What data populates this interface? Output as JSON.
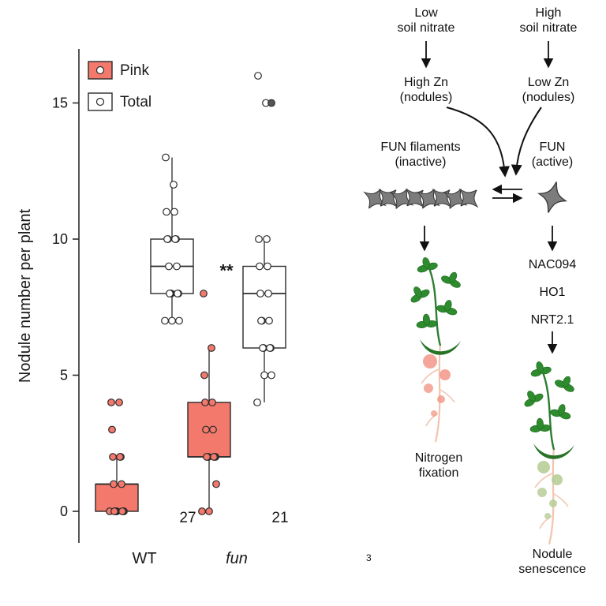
{
  "chart_data": {
    "type": "boxplot",
    "title": "",
    "xlabel": "",
    "ylabel": "Nodule number per plant",
    "ylim": [
      -0.7,
      16.5
    ],
    "yticks": [
      0,
      5,
      10,
      15
    ],
    "grid": false,
    "legend_position": "top-left-inside",
    "categories": [
      {
        "label": "WT",
        "italic": false
      },
      {
        "label": "fun",
        "italic": true
      }
    ],
    "series": [
      {
        "name": "Pink",
        "color": "#F2796B",
        "boxes": [
          {
            "category": "WT",
            "low": 0,
            "q1": 0,
            "med": 1,
            "q3": 1,
            "high": 2,
            "points": [
              0,
              0,
              0,
              0,
              0,
              0,
              0,
              0,
              1,
              1,
              2,
              2,
              2,
              3,
              4,
              4
            ]
          },
          {
            "category": "fun",
            "low": 0,
            "q1": 2,
            "med": 2,
            "q3": 4,
            "high": 6,
            "points": [
              0,
              0,
              1,
              2,
              2,
              2,
              2,
              2,
              2,
              3,
              3,
              4,
              4,
              5,
              6,
              8
            ]
          }
        ]
      },
      {
        "name": "Total",
        "color": "#FFFFFF",
        "boxes": [
          {
            "category": "WT",
            "low": 7,
            "q1": 8,
            "med": 9,
            "q3": 10,
            "high": 13,
            "points": [
              7,
              7,
              7,
              8,
              8,
              8,
              8,
              8,
              9,
              9,
              10,
              10,
              10,
              10,
              11,
              11,
              12,
              13
            ]
          },
          {
            "category": "fun",
            "low": 4,
            "q1": 6,
            "med": 8,
            "q3": 9,
            "high": 10,
            "points": [
              4,
              5,
              5,
              6,
              6,
              6,
              6,
              7,
              7,
              7,
              8,
              8,
              9,
              9,
              10,
              10,
              15,
              16
            ]
          }
        ]
      }
    ],
    "special_points": [
      {
        "category": "fun",
        "series": "Total",
        "value": 15,
        "style": "filled-dark"
      }
    ],
    "annotations": {
      "significance": {
        "text": "**",
        "category": "fun",
        "value": 8.8
      },
      "sample_sizes": [
        {
          "category": "WT",
          "n": "27"
        },
        {
          "category": "fun",
          "n": "21"
        }
      ]
    }
  },
  "diagram": {
    "low_soil": "Low\nsoil nitrate",
    "high_soil": "High\nsoil nitrate",
    "high_zn": "High Zn\n(nodules)",
    "low_zn": "Low Zn\n(nodules)",
    "fun_filaments": "FUN filaments\n(inactive)",
    "fun_active": "FUN\n(active)",
    "genes": "NAC094\nHO1\nNRT2.1",
    "nitrogen_fixation": "Nitrogen\nfixation",
    "nodule_senescence": "Nodule\nsenescence",
    "stray_mark": "3"
  },
  "colors": {
    "pink_box": "#F2796B",
    "filament_gray": "#7C7C7C",
    "leaf_green": "#2E8B2E",
    "nodule_pink": "#F0907F",
    "nodule_green": "#B8CD98",
    "root": "#F2C4AF"
  }
}
